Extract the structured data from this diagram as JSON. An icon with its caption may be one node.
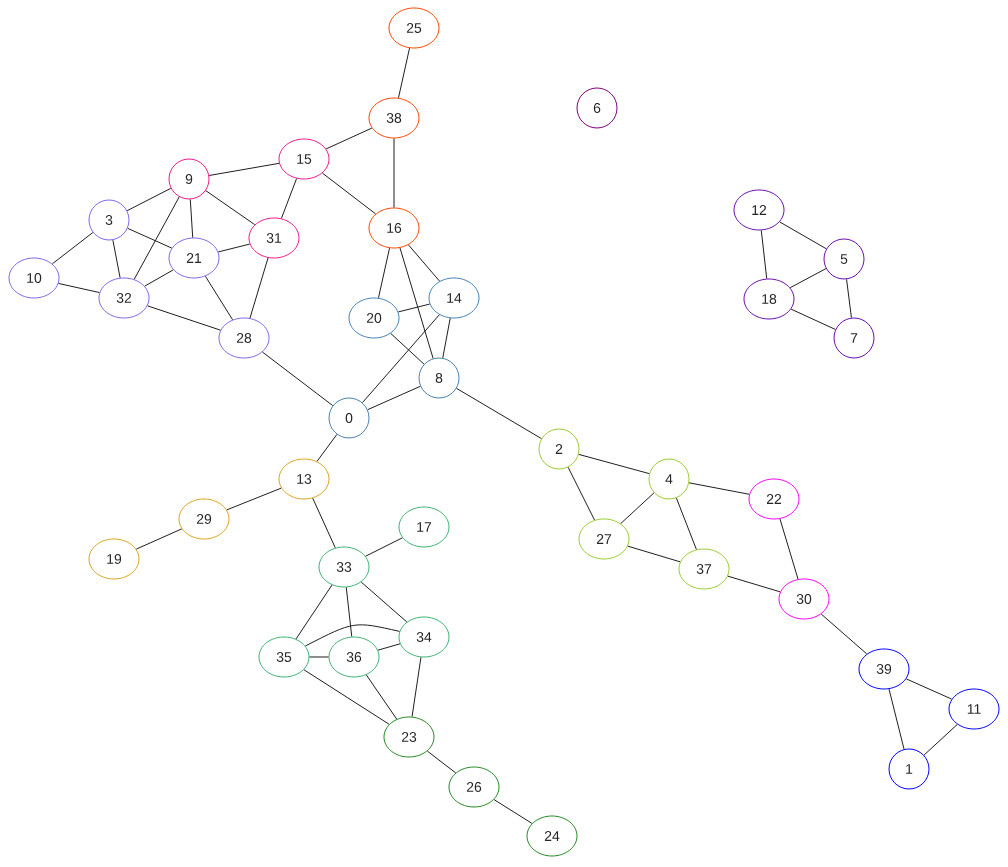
{
  "diagram": {
    "nodes": [
      {
        "text": [
          "25"
        ]
      },
      {
        "text": [
          "6"
        ]
      },
      {
        "text": [
          "38"
        ]
      },
      {
        "text": [
          "15"
        ]
      },
      {
        "text": [
          "9"
        ]
      },
      {
        "text": [
          "12"
        ]
      },
      {
        "text": [
          "3"
        ]
      },
      {
        "text": [
          "16"
        ]
      },
      {
        "text": [
          "31"
        ]
      },
      {
        "text": [
          "21"
        ]
      },
      {
        "text": [
          "5"
        ]
      },
      {
        "text": [
          "10"
        ]
      },
      {
        "text": [
          "32"
        ]
      },
      {
        "text": [
          "14"
        ]
      },
      {
        "text": [
          "18"
        ]
      },
      {
        "text": [
          "20"
        ]
      },
      {
        "text": [
          "28"
        ]
      },
      {
        "text": [
          "7"
        ]
      },
      {
        "text": [
          "8"
        ]
      },
      {
        "text": [
          "0"
        ]
      },
      {
        "text": [
          "2"
        ]
      },
      {
        "text": [
          "13"
        ]
      },
      {
        "text": [
          "4"
        ]
      },
      {
        "text": [
          "22"
        ]
      },
      {
        "text": [
          "29"
        ]
      },
      {
        "text": [
          "17"
        ]
      },
      {
        "text": [
          "27"
        ]
      },
      {
        "text": [
          "19"
        ]
      },
      {
        "text": [
          "33"
        ]
      },
      {
        "text": [
          "37"
        ]
      },
      {
        "text": [
          "30"
        ]
      },
      {
        "text": [
          "34"
        ]
      },
      {
        "text": [
          "35"
        ]
      },
      {
        "text": [
          "36"
        ]
      },
      {
        "text": [
          "39"
        ]
      },
      {
        "text": [
          "11"
        ]
      },
      {
        "text": [
          "23"
        ]
      },
      {
        "text": [
          "1"
        ]
      },
      {
        "text": [
          "26"
        ]
      },
      {
        "text": [
          "24"
        ]
      }
    ],
    "edges": [
      {
        "from": 4,
        "to": 3,
        "arrow": "none"
      },
      {
        "from": 4,
        "to": 6,
        "arrow": "none"
      },
      {
        "from": 4,
        "to": 9,
        "arrow": "none"
      },
      {
        "from": 4,
        "to": 8,
        "arrow": "none"
      },
      {
        "from": 4,
        "to": 12,
        "arrow": "none"
      },
      {
        "from": 6,
        "to": 9,
        "arrow": "none"
      },
      {
        "from": 6,
        "to": 11,
        "arrow": "none"
      },
      {
        "from": 6,
        "to": 12,
        "arrow": "none"
      },
      {
        "from": 11,
        "to": 12,
        "arrow": "none"
      },
      {
        "from": 9,
        "to": 12,
        "arrow": "none"
      },
      {
        "from": 8,
        "to": 9,
        "arrow": "none"
      },
      {
        "from": 9,
        "to": 16,
        "arrow": "none"
      },
      {
        "from": 3,
        "to": 8,
        "arrow": "none"
      },
      {
        "from": 8,
        "to": 16,
        "arrow": "none"
      },
      {
        "from": 12,
        "to": 16,
        "arrow": "none"
      },
      {
        "from": 16,
        "to": 19,
        "arrow": "none"
      },
      {
        "from": 2,
        "to": 3,
        "arrow": "none"
      },
      {
        "from": 3,
        "to": 7,
        "arrow": "none"
      },
      {
        "from": 0,
        "to": 2,
        "arrow": "none"
      },
      {
        "from": 2,
        "to": 7,
        "arrow": "none"
      },
      {
        "from": 7,
        "to": 15,
        "arrow": "none"
      },
      {
        "from": 7,
        "to": 13,
        "arrow": "none"
      },
      {
        "from": 7,
        "to": 18,
        "arrow": "none"
      },
      {
        "from": 13,
        "to": 15,
        "arrow": "none"
      },
      {
        "from": 15,
        "to": 18,
        "arrow": "none"
      },
      {
        "from": 13,
        "to": 18,
        "arrow": "none"
      },
      {
        "from": 13,
        "to": 19,
        "arrow": "none"
      },
      {
        "from": 18,
        "to": 19,
        "arrow": "none"
      },
      {
        "from": 18,
        "to": 20,
        "arrow": "none"
      },
      {
        "from": 19,
        "to": 21,
        "arrow": "none"
      },
      {
        "from": 21,
        "to": 24,
        "arrow": "none"
      },
      {
        "from": 24,
        "to": 27,
        "arrow": "none"
      },
      {
        "from": 21,
        "to": 28,
        "arrow": "none"
      },
      {
        "from": 25,
        "to": 28,
        "arrow": "none"
      },
      {
        "from": 28,
        "to": 32,
        "arrow": "none"
      },
      {
        "from": 28,
        "to": 33,
        "arrow": "none"
      },
      {
        "from": 28,
        "to": 31,
        "arrow": "none"
      },
      {
        "from": 32,
        "to": 33,
        "arrow": "none"
      },
      {
        "from": 32,
        "to": 31,
        "arrow": "none"
      },
      {
        "from": 31,
        "to": 33,
        "arrow": "none"
      },
      {
        "from": 32,
        "to": 36,
        "arrow": "none"
      },
      {
        "from": 33,
        "to": 36,
        "arrow": "none"
      },
      {
        "from": 31,
        "to": 36,
        "arrow": "none"
      },
      {
        "from": 36,
        "to": 38,
        "arrow": "none"
      },
      {
        "from": 38,
        "to": 39,
        "arrow": "none"
      },
      {
        "from": 20,
        "to": 22,
        "arrow": "none"
      },
      {
        "from": 20,
        "to": 26,
        "arrow": "none"
      },
      {
        "from": 22,
        "to": 26,
        "arrow": "none"
      },
      {
        "from": 22,
        "to": 29,
        "arrow": "none"
      },
      {
        "from": 22,
        "to": 23,
        "arrow": "none"
      },
      {
        "from": 26,
        "to": 29,
        "arrow": "none"
      },
      {
        "from": 29,
        "to": 30,
        "arrow": "none"
      },
      {
        "from": 23,
        "to": 30,
        "arrow": "none"
      },
      {
        "from": 30,
        "to": 34,
        "arrow": "none"
      },
      {
        "from": 34,
        "to": 35,
        "arrow": "none"
      },
      {
        "from": 34,
        "to": 37,
        "arrow": "none"
      },
      {
        "from": 35,
        "to": 37,
        "arrow": "none"
      },
      {
        "from": 5,
        "to": 10,
        "arrow": "none"
      },
      {
        "from": 5,
        "to": 14,
        "arrow": "none"
      },
      {
        "from": 10,
        "to": 14,
        "arrow": "none"
      },
      {
        "from": 14,
        "to": 17,
        "arrow": "none"
      },
      {
        "from": 10,
        "to": 17,
        "arrow": "none"
      }
    ]
  }
}
